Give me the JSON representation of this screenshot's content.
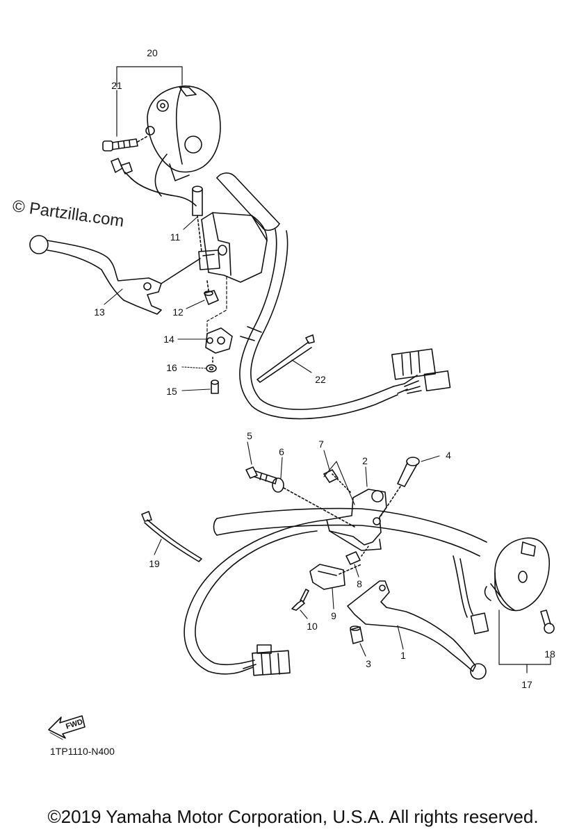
{
  "watermark": "© Partzilla.com",
  "diagram_code": "1TP1110-N400",
  "fwd_badge": "FWD",
  "copyright": "©2019 Yamaha Motor Corporation, U.S.A. All rights reserved.",
  "callouts": {
    "p1": "1",
    "p2": "2",
    "p3": "3",
    "p4": "4",
    "p5": "5",
    "p6": "6",
    "p7": "7",
    "p8": "8",
    "p9": "9",
    "p10": "10",
    "p11": "11",
    "p12": "12",
    "p13": "13",
    "p14": "14",
    "p15": "15",
    "p16": "16",
    "p17": "17",
    "p18": "18",
    "p19": "19",
    "p20": "20",
    "p21": "21",
    "p22": "22"
  }
}
